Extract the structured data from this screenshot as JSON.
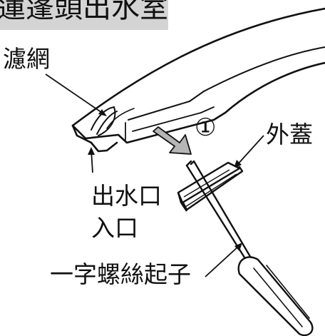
{
  "title": "蓮蓬頭出水室",
  "labels": {
    "filter": "濾網",
    "step": "①",
    "cover": "外蓋",
    "outlet_line1": "出水口",
    "outlet_line2": "入口",
    "screwdriver": "一字螺絲起子"
  },
  "colors": {
    "title_band": "#d4d4d4",
    "ink": "#111111",
    "arrow_fill": "#b5b5b5"
  }
}
